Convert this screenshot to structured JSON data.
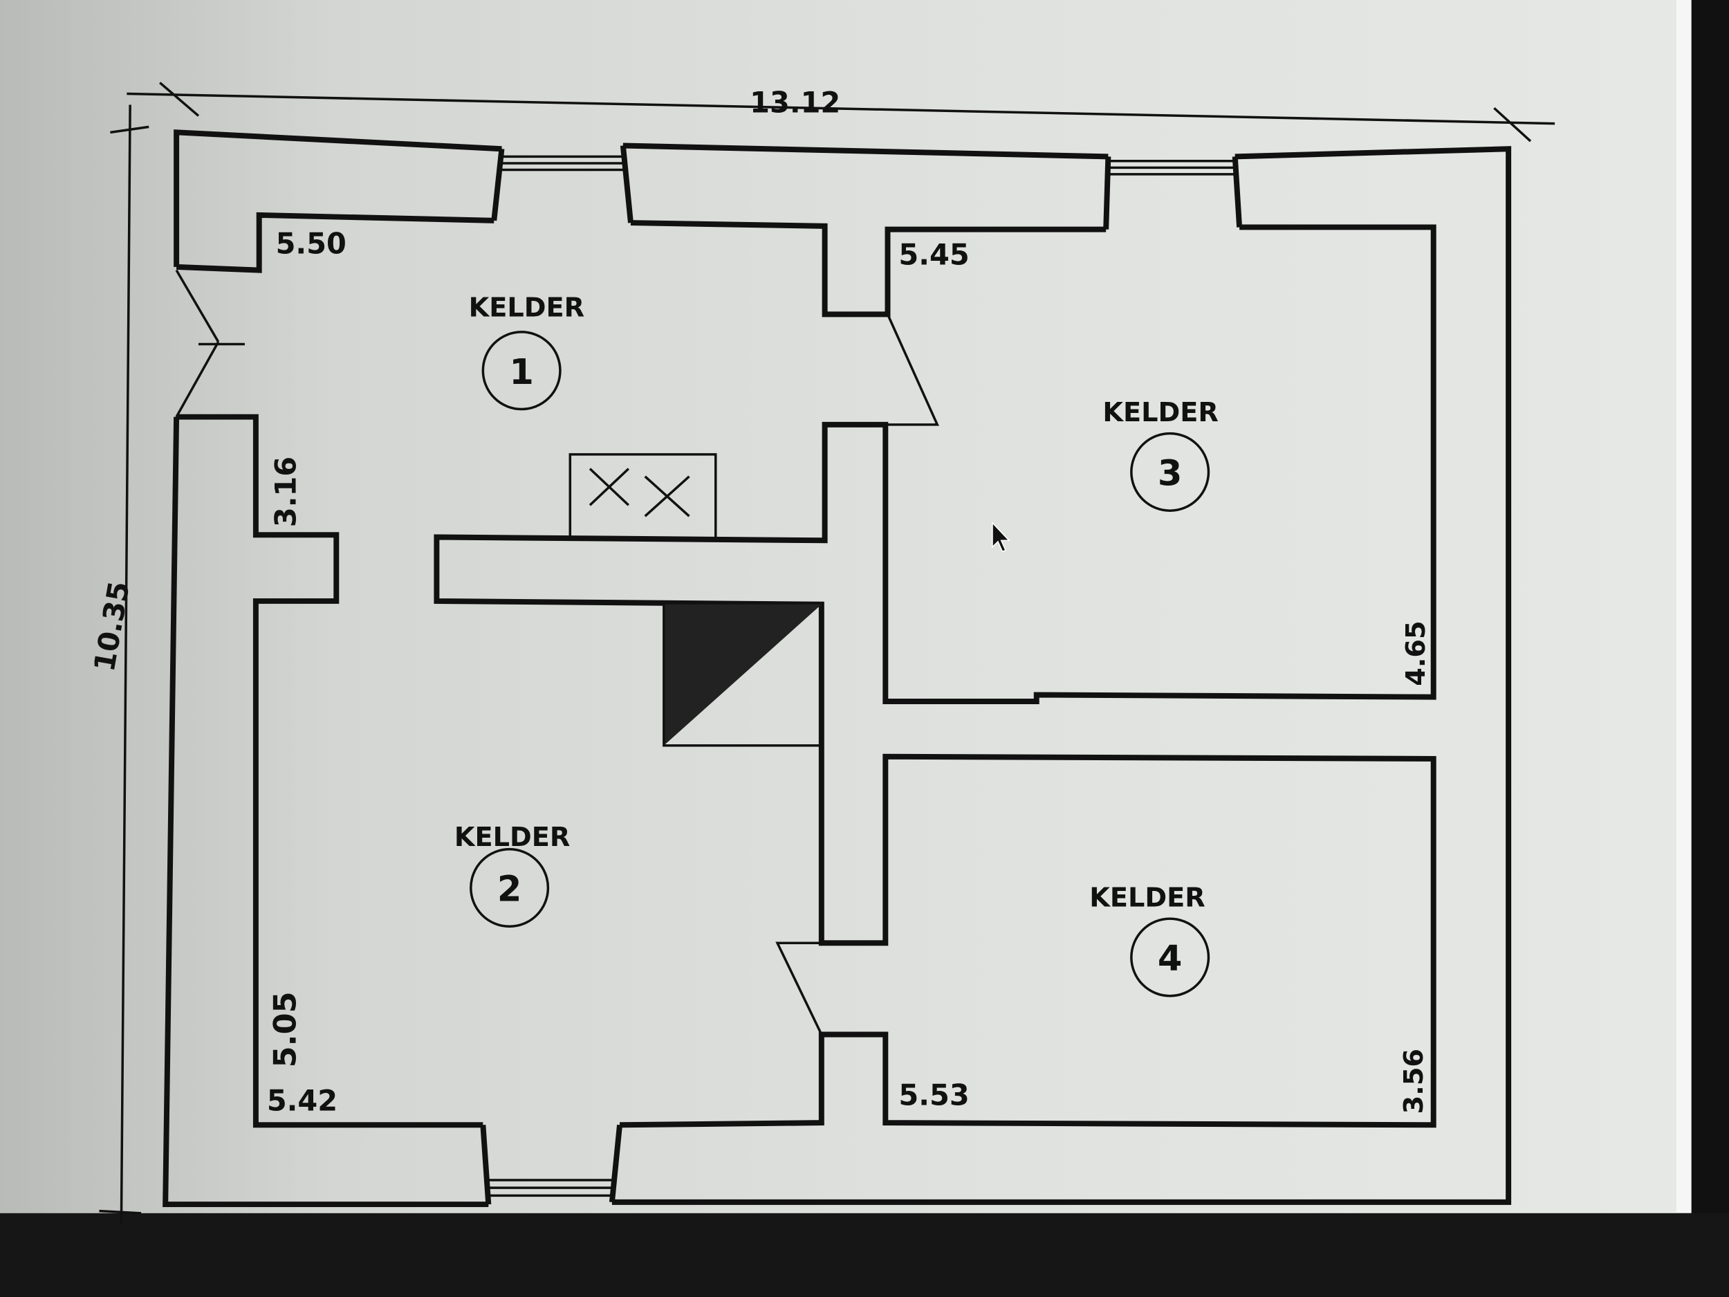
{
  "plan": {
    "overall_width": "13.12",
    "overall_height": "10.35",
    "rooms": [
      {
        "name": "KELDER",
        "number": "1",
        "width": "5.50",
        "height": "3.16"
      },
      {
        "name": "KELDER",
        "number": "2",
        "width": "5.42",
        "height": "5.05"
      },
      {
        "name": "KELDER",
        "number": "3",
        "width": "5.45",
        "height": "4.65"
      },
      {
        "name": "KELDER",
        "number": "4",
        "width": "5.53",
        "height": "3.56"
      }
    ]
  }
}
